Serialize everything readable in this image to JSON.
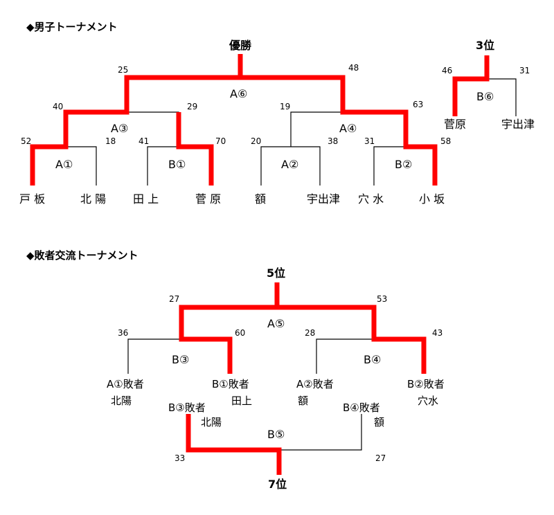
{
  "sections": {
    "boys": "◆男子トーナメント",
    "consolation": "◆敗者交流トーナメント"
  },
  "ranks": {
    "first": "優勝",
    "third": "3位",
    "fifth": "5位",
    "seventh": "7位"
  },
  "teams": {
    "tobe": "戸 板",
    "hokuyo": "北 陽",
    "tagami": "田 上",
    "sugawara": "菅 原",
    "nuka": "額",
    "udetsu": "宇出津",
    "anamizu": "穴 水",
    "osaka": "小 坂",
    "third_left": "菅原",
    "third_right": "宇出津"
  },
  "matches": {
    "A1": "A①",
    "B1": "B①",
    "A2": "A②",
    "B2": "B②",
    "A3": "A③",
    "A4": "A④",
    "A6": "A⑥",
    "B6": "B⑥",
    "A5": "A⑤",
    "B3": "B③",
    "B4": "B④",
    "B5": "B⑤"
  },
  "scores": {
    "a1_left": "52",
    "a1_right": "18",
    "b1_left": "41",
    "b1_right": "70",
    "a2_left": "20",
    "a2_right": "38",
    "b2_left": "31",
    "b2_right": "58",
    "a3_left": "40",
    "a3_right": "29",
    "a4_left": "19",
    "a4_right": "63",
    "final_left": "25",
    "final_right": "48",
    "third_left": "46",
    "third_right": "31",
    "b3_left": "36",
    "b3_right": "60",
    "b4_left": "28",
    "b4_right": "43",
    "a5_left": "27",
    "a5_right": "53",
    "b5_left": "33",
    "b5_right": "27"
  },
  "consolation_entries": {
    "a1_loser": "A①敗者",
    "a1_loser_team": "北陽",
    "b1_loser": "B①敗者",
    "b1_loser_team": "田上",
    "a2_loser": "A②敗者",
    "a2_loser_team": "額",
    "b2_loser": "B②敗者",
    "b2_loser_team": "穴水",
    "b3_loser": "B③敗者",
    "b3_loser_team": "北陽",
    "b4_loser": "B④敗者",
    "b4_loser_team": "額"
  },
  "colors": {
    "line": "#000000",
    "winner_path": "#ff0000"
  }
}
